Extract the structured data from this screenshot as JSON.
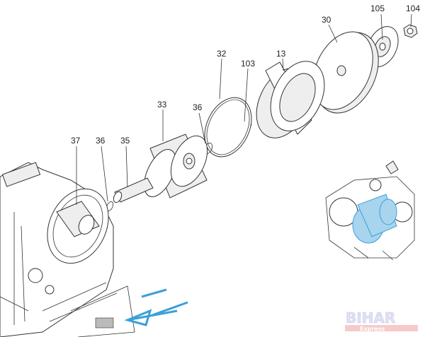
{
  "diagram": {
    "parts": [
      {
        "id": "104",
        "label": "104"
      },
      {
        "id": "105",
        "label": "105"
      },
      {
        "id": "30",
        "label": "30"
      },
      {
        "id": "13",
        "label": "13"
      },
      {
        "id": "103",
        "label": "103"
      },
      {
        "id": "32",
        "label": "32"
      },
      {
        "id": "33",
        "label": "33"
      },
      {
        "id": "36a",
        "label": "36"
      },
      {
        "id": "37",
        "label": "37"
      },
      {
        "id": "36b",
        "label": "36"
      },
      {
        "id": "35",
        "label": "35"
      }
    ],
    "accent_color": "#3aa0d8",
    "highlight_color": "#a8d4ee",
    "watermark": {
      "title": "BIHAR",
      "subtitle": "Express"
    }
  }
}
